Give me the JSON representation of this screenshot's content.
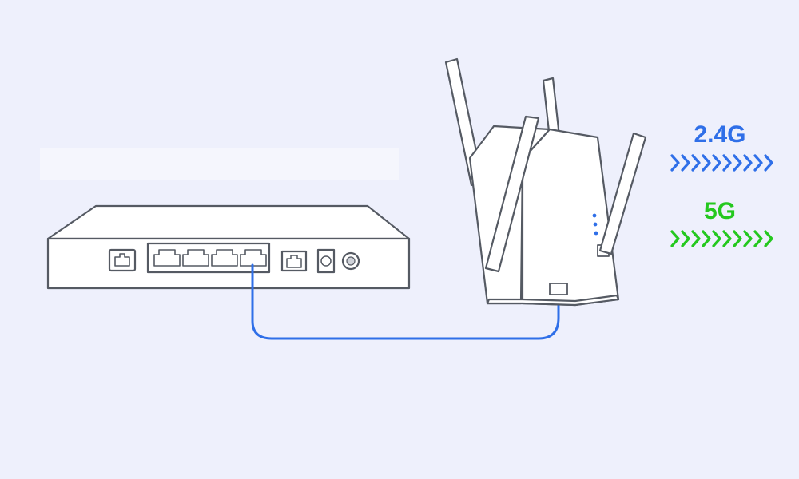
{
  "bands": [
    {
      "label": "2.4G",
      "color": "#2f6fe8",
      "chevrons": 10
    },
    {
      "label": "5G",
      "color": "#24c81e",
      "chevrons": 10
    }
  ],
  "colors": {
    "background": "#eef0fc",
    "device_outline": "#555a63",
    "cable": "#2f6fe8",
    "led": "#2f6fe8"
  },
  "icons": {
    "router": "router-icon",
    "extender": "range-extender-icon",
    "cable": "ethernet-cable",
    "signal": "chevron-right-icon"
  }
}
